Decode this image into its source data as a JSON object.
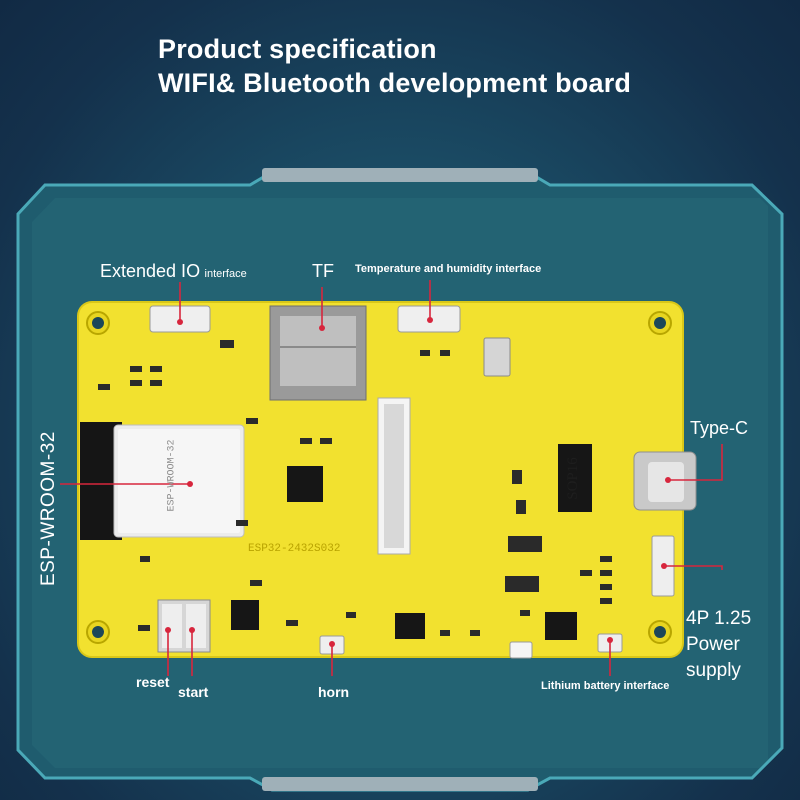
{
  "heading": {
    "line1": "Product specification",
    "line2": "WIFI& Bluetooth development board"
  },
  "labels": {
    "extended_io": "Extended IO",
    "extended_io_suffix": "interface",
    "tf": "TF",
    "temp_humidity": "Temperature and humidity interface",
    "esp_wroom": "ESP-WROOM-32",
    "type_c": "Type-C",
    "power_line1": "4P 1.25",
    "power_line2": "Power",
    "power_line3": "supply",
    "reset": "reset",
    "start": "start",
    "horn": "horn",
    "lithium": "Lithium battery interface"
  },
  "board_markings": {
    "sop16": "SOP16",
    "module_silk": "ESP-WROOM-32",
    "board_silk": "ESP32-2432S032"
  },
  "colors": {
    "board": "#f2e12f",
    "frame": "#3f9fb0",
    "callout": "#d7263d"
  }
}
